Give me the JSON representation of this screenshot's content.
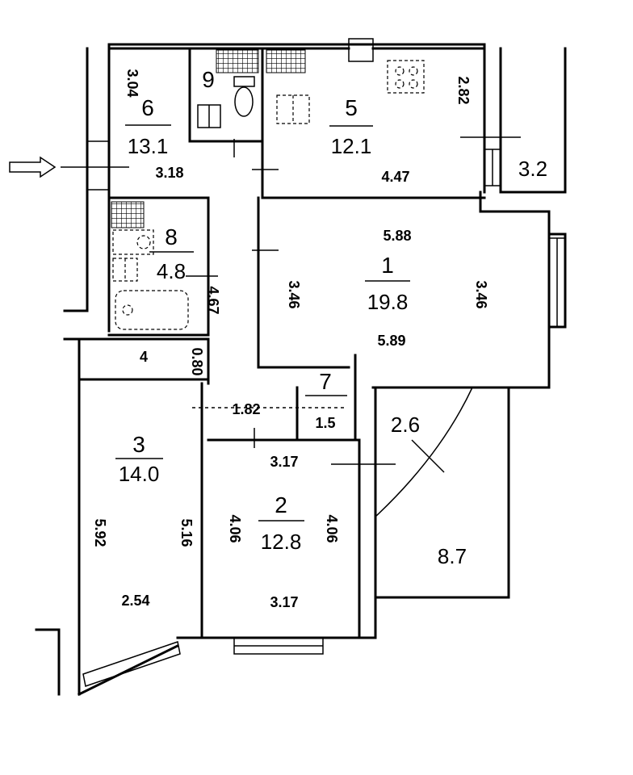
{
  "rooms": [
    {
      "id": "1",
      "area": "19.8",
      "dims": {
        "top": "5.88",
        "bottom": "5.89",
        "left": "3.46",
        "right": "3.46"
      }
    },
    {
      "id": "2",
      "area": "12.8",
      "dims": {
        "top": "3.17",
        "bottom": "3.17",
        "left": "4.06",
        "right": "4.06"
      }
    },
    {
      "id": "3",
      "area": "14.0",
      "dims": {
        "bottom": "2.54",
        "left": "5.92",
        "right": "5.16"
      }
    },
    {
      "id": "4",
      "dims": {
        "right": "0.80"
      }
    },
    {
      "id": "5",
      "area": "12.1",
      "dims": {
        "bottom": "4.47",
        "right": "2.82"
      }
    },
    {
      "id": "6",
      "area": "13.1",
      "dims": {
        "bottom": "3.18",
        "left": "3.04"
      }
    },
    {
      "id": "7",
      "area": "1.5"
    },
    {
      "id": "8",
      "area": "4.8",
      "dims": {
        "right": "4.67"
      }
    },
    {
      "id": "9"
    }
  ],
  "corridor": {
    "width": "1.82"
  },
  "balconies": [
    {
      "area": "3.2"
    },
    {
      "area": "2.6"
    },
    {
      "area": "8.7"
    }
  ]
}
